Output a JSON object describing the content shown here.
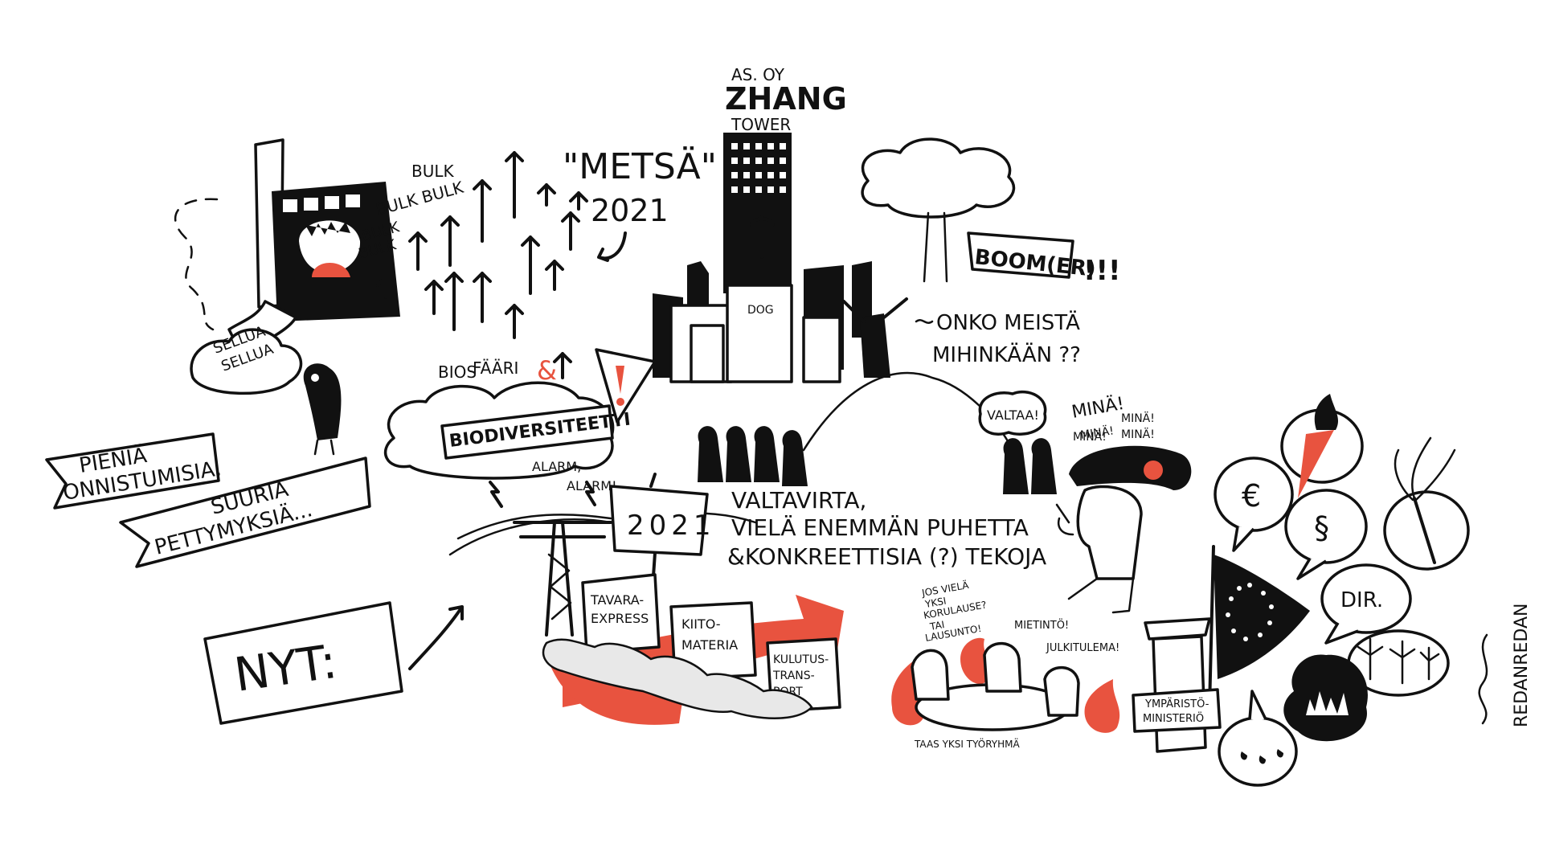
{
  "colors": {
    "ink": "#111111",
    "accent": "#e8533f",
    "paper": "#ffffff",
    "smoke": "#e8e8e8"
  },
  "factory": {
    "bulk_1": "BULK",
    "bulk_2": "BULK BULK",
    "bulk_3": "BULK",
    "bulk_4": "BULK",
    "sellu_1": "SELLUA",
    "sellu_2": "SELLUA"
  },
  "banner": {
    "line1": "PIENIÄ",
    "line2": "ONNISTUMISIA,",
    "line3": "SUURIA",
    "line4": "PETTYMYKSIÄ..."
  },
  "forest": {
    "title": "\"METSÄ\"",
    "year": "2021"
  },
  "tower": {
    "line1": "AS. OY",
    "line2": "ZHANG",
    "line3": "TOWER",
    "windows": "DOG"
  },
  "boom": {
    "text": "BOOM(ER)",
    "marks": "!!!"
  },
  "question": {
    "line1": "ONKO MEISTÄ",
    "line2": "MIHINKÄÄN ??"
  },
  "biosphere": {
    "bios": "BIOS",
    "faari": "FÄÄRI",
    "amp": "&",
    "biodiversity": "BIODIVERSITEETTI",
    "alarm1": "ALARM,",
    "alarm2": "ALARM!"
  },
  "crowd": {
    "valtaa": "VALTAA!",
    "mina_big": "MINÄ!",
    "mina_a": "MINÄ!",
    "mina_b": "MINÄ!",
    "mina_c": "MINÄ!",
    "mina_d": "MINÄ!"
  },
  "mainstream": {
    "line1": "VALTAVIRTA,",
    "line2": "VIELÄ ENEMMÄN PUHETTA",
    "line3": "&KONKREETTISIA (?) TEKOJA"
  },
  "sign": {
    "year": "2021"
  },
  "trucks": {
    "t1_l1": "TAVARA-",
    "t1_l2": "EXPRESS",
    "t2_l1": "KIITO-",
    "t2_l2": "MATERIA",
    "t3_l1": "KULUTUS-",
    "t3_l2": "TRANS-",
    "t3_l3": "PORT"
  },
  "now": {
    "label": "NYT:"
  },
  "meeting": {
    "q1": "JOS VIELÄ",
    "q2": "YKSI",
    "q3": "KORULAUSE?",
    "q4": "TAI",
    "q5": "LAUSUNTO!",
    "opinion": "MIETINTÖ!",
    "declaration": "JULKITULEMA!",
    "caption": "TAAS YKSI TYÖRYHMÄ"
  },
  "ministry": {
    "line1": "YMPÄRISTÖ-",
    "line2": "MINISTERIÖ"
  },
  "bubbles": {
    "euro": "€",
    "para": "§",
    "dir": "DIR."
  },
  "signature": {
    "brand": "REDANREDAN"
  }
}
